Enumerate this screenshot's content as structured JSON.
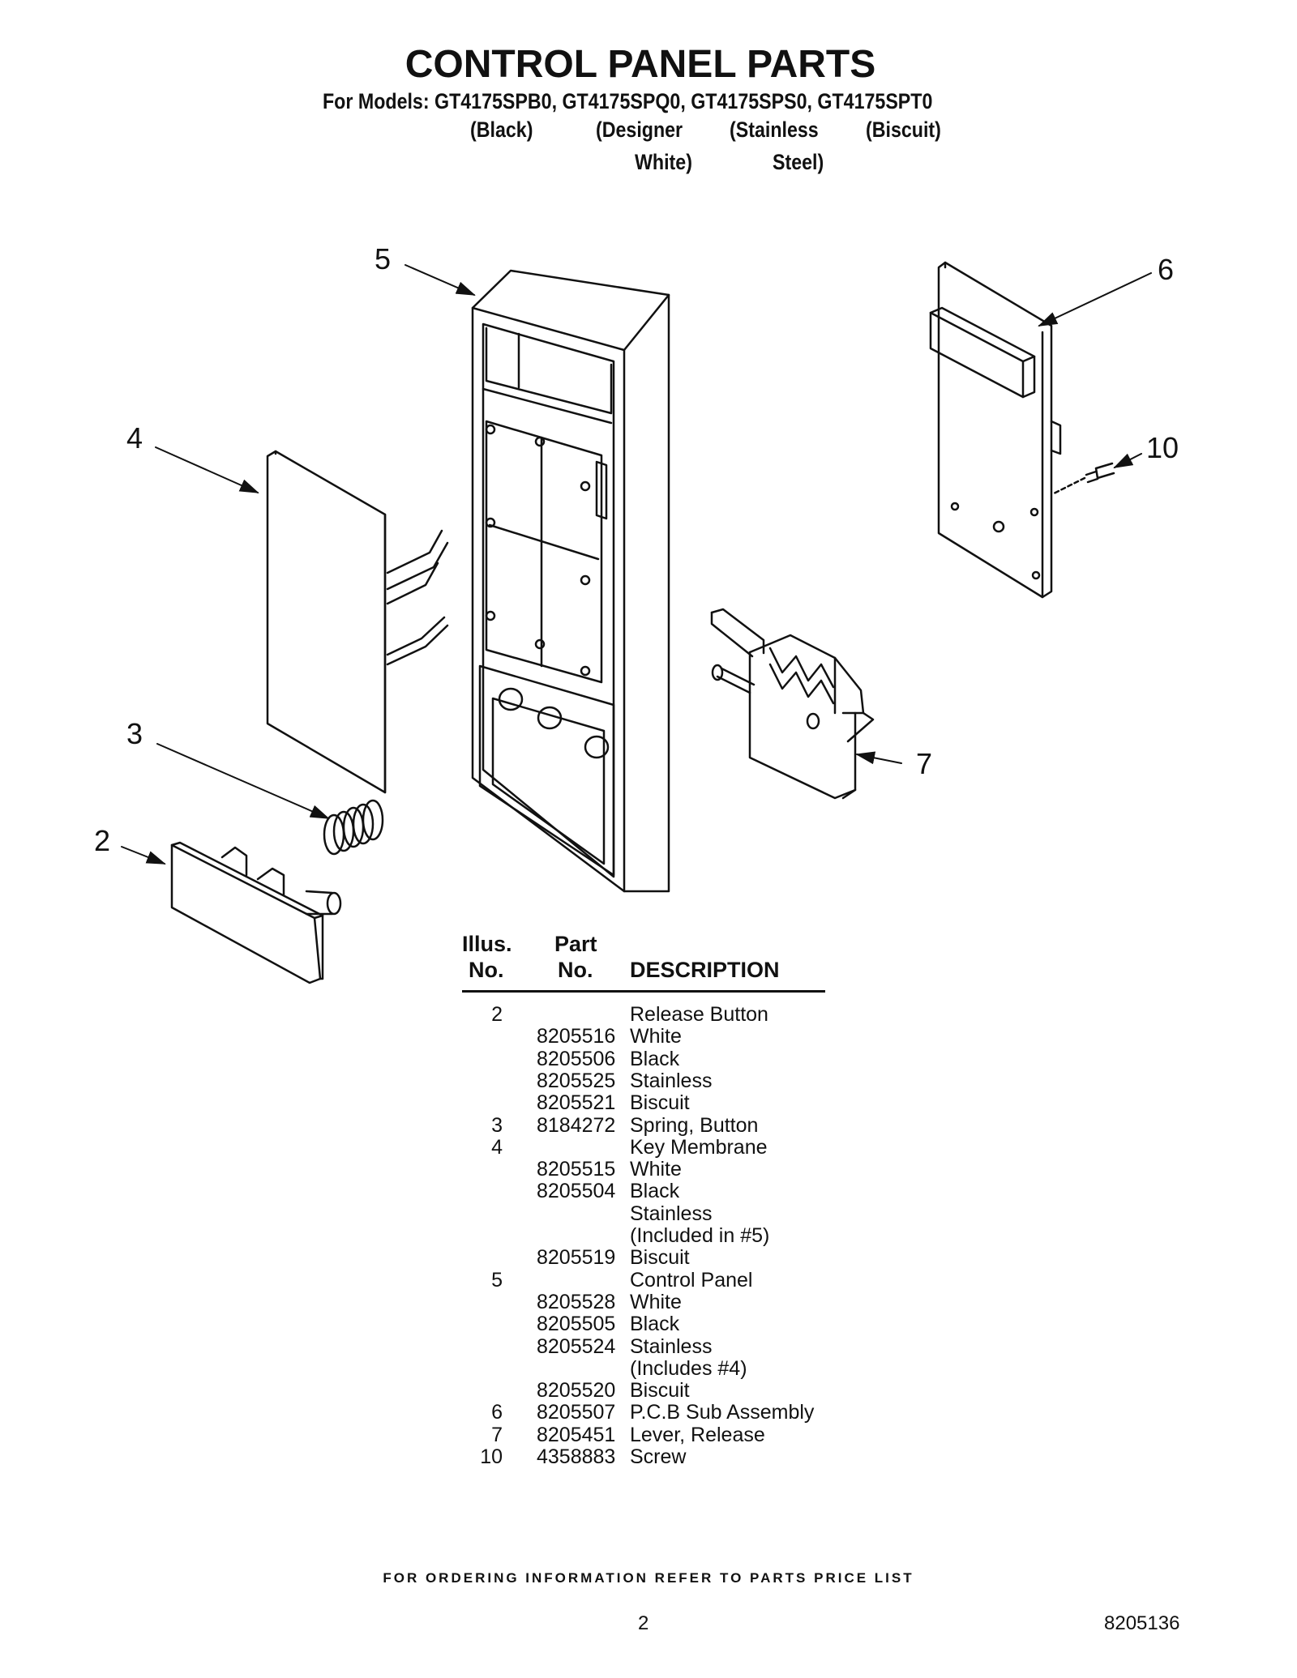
{
  "header": {
    "title": "CONTROL PANEL PARTS",
    "models_line": "For Models: GT4175SPB0, GT4175SPQ0, GT4175SPS0, GT4175SPT0",
    "variants": [
      "(Black)",
      "(Designer",
      "(Stainless",
      "(Biscuit)"
    ],
    "variants_line2": [
      "White)",
      "Steel)"
    ]
  },
  "callouts": [
    "5",
    "6",
    "4",
    "10",
    "3",
    "7",
    "2"
  ],
  "table": {
    "headers": {
      "illus1": "Illus.",
      "illus2": "No.",
      "part1": "Part",
      "part2": "No.",
      "description": "DESCRIPTION"
    },
    "rows": [
      {
        "illus": "2",
        "part": "",
        "desc": "Release Button"
      },
      {
        "illus": "",
        "part": "8205516",
        "desc": "White"
      },
      {
        "illus": "",
        "part": "8205506",
        "desc": "Black"
      },
      {
        "illus": "",
        "part": "8205525",
        "desc": "Stainless"
      },
      {
        "illus": "",
        "part": "8205521",
        "desc": "Biscuit"
      },
      {
        "illus": "3",
        "part": "8184272",
        "desc": "Spring, Button"
      },
      {
        "illus": "4",
        "part": "",
        "desc": "Key Membrane"
      },
      {
        "illus": "",
        "part": "8205515",
        "desc": "White"
      },
      {
        "illus": "",
        "part": "8205504",
        "desc": "Black"
      },
      {
        "illus": "",
        "part": "",
        "desc": "Stainless"
      },
      {
        "illus": "",
        "part": "",
        "desc": "(Included in #5)"
      },
      {
        "illus": "",
        "part": "8205519",
        "desc": "Biscuit"
      },
      {
        "illus": "5",
        "part": "",
        "desc": "Control Panel"
      },
      {
        "illus": "",
        "part": "8205528",
        "desc": "White"
      },
      {
        "illus": "",
        "part": "8205505",
        "desc": "Black"
      },
      {
        "illus": "",
        "part": "8205524",
        "desc": "Stainless"
      },
      {
        "illus": "",
        "part": "",
        "desc": "(Includes #4)"
      },
      {
        "illus": "",
        "part": "8205520",
        "desc": "Biscuit"
      },
      {
        "illus": "6",
        "part": "8205507",
        "desc": "P.C.B Sub Assembly"
      },
      {
        "illus": "7",
        "part": "8205451",
        "desc": "Lever, Release"
      },
      {
        "illus": "10",
        "part": "4358883",
        "desc": "Screw"
      }
    ]
  },
  "footer": {
    "note": "FOR ORDERING INFORMATION REFER TO PARTS PRICE LIST",
    "page_number": "2",
    "document_number": "8205136"
  }
}
